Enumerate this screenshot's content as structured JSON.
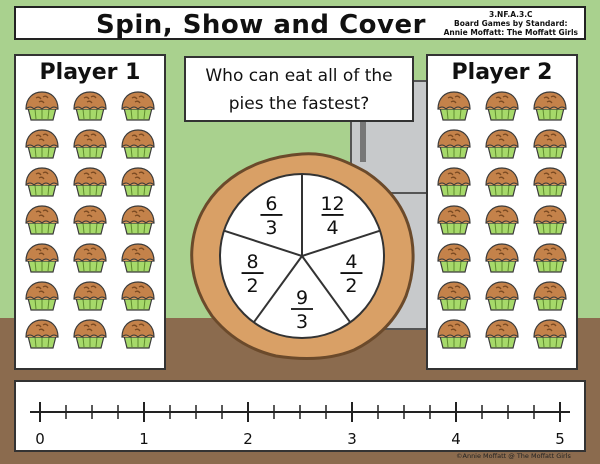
{
  "header": {
    "title": "Spin, Show and Cover",
    "standard_code": "3.NF.A.3.C",
    "standard_line2": "Board Games by Standard:",
    "standard_line3": "Annie Moffatt: The Moffatt Girls"
  },
  "players": [
    {
      "label": "Player 1",
      "pie_count": 21
    },
    {
      "label": "Player 2",
      "pie_count": 21
    }
  ],
  "prompt": {
    "line1": "Who can eat all of the",
    "line2": "pies the fastest?"
  },
  "spinner": {
    "sections": [
      {
        "numerator": "12",
        "denominator": "4"
      },
      {
        "numerator": "4",
        "denominator": "2"
      },
      {
        "numerator": "9",
        "denominator": "3"
      },
      {
        "numerator": "8",
        "denominator": "2"
      },
      {
        "numerator": "6",
        "denominator": "3"
      }
    ]
  },
  "number_line": {
    "labels": [
      "0",
      "1",
      "2",
      "3",
      "4",
      "5"
    ]
  },
  "footer": {
    "credit": "©Annie Moffatt @ The Moffatt Girls"
  },
  "colors": {
    "background": "#a9d18e",
    "floor": "#8b6b4e",
    "pie_crust": "#c4824a",
    "pie_tin": "#a6d96a",
    "spinner_crust": "#d9a066"
  },
  "icons": {
    "pie": "apple-pie-icon"
  }
}
